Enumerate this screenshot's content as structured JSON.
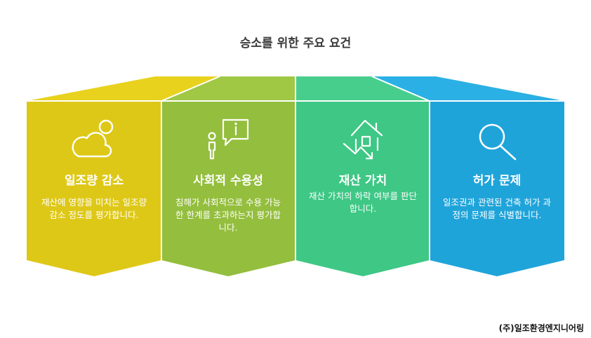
{
  "title": "승소를 위한 주요 요건",
  "colors": {
    "yellow": "#DEC817",
    "yellow_top": "#E8D21E",
    "green": "#94BE3D",
    "green_top": "#A0C845",
    "teal": "#3EC785",
    "teal_top": "#48CE8C",
    "blue": "#1FA4DA",
    "blue_top": "#2AB0E4"
  },
  "cards": [
    {
      "title": "일조량 감소",
      "description": "재산에 영향을 미치는 일조량 감소 정도를 평가합니다.",
      "icon": "sun-cloud-icon",
      "color_key": "yellow"
    },
    {
      "title": "사회적 수용성",
      "description": "침해가 사회적으로 수용 가능한 한계를 초과하는지 평가합니다.",
      "icon": "person-info-icon",
      "color_key": "green"
    },
    {
      "title": "재산 가치",
      "description": "재산 가치의 하락 여부를 판단합니다.",
      "icon": "house-decline-icon",
      "color_key": "teal"
    },
    {
      "title": "허가 문제",
      "description": "일조권과 관련된 건축 허가 과정의 문제를 식별합니다.",
      "icon": "magnifier-icon",
      "color_key": "blue"
    }
  ],
  "company": "(주)일조환경엔지니어링"
}
